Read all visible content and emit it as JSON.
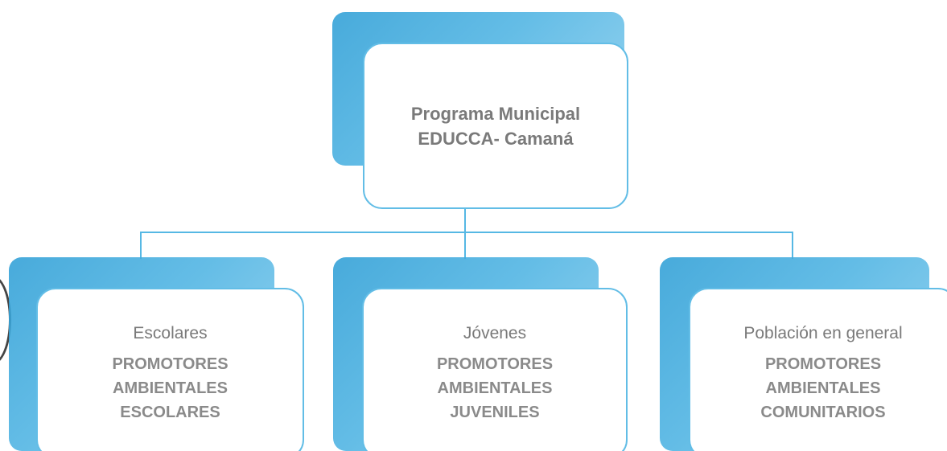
{
  "root": {
    "title_line_1": "Programa Municipal",
    "title_line_2": "EDUCCA- Camaná"
  },
  "children": [
    {
      "heading": "Escolares",
      "line_1": "PROMOTORES",
      "line_2": "AMBIENTALES",
      "line_3": "ESCOLARES"
    },
    {
      "heading": "Jóvenes",
      "line_1": "PROMOTORES",
      "line_2": "AMBIENTALES",
      "line_3": "JUVENILES"
    },
    {
      "heading": "Población en general",
      "line_1": "PROMOTORES",
      "line_2": "AMBIENTALES",
      "line_3": "COMUNITARIOS"
    }
  ],
  "colors": {
    "accent_blue": "#4fb4e3",
    "border_blue": "#62bde6",
    "text_gray": "#7b7b7b"
  }
}
